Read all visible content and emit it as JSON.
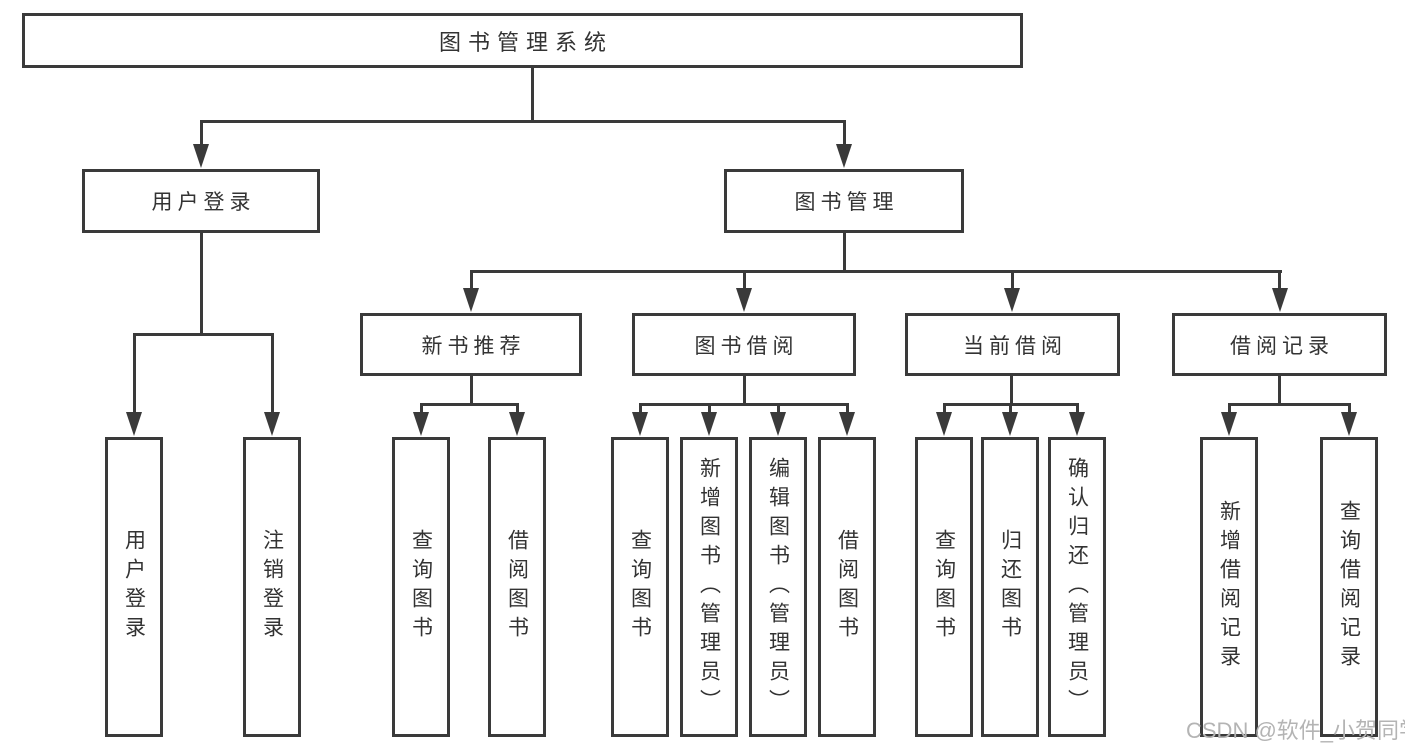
{
  "diagram": {
    "title": "图书管理系统",
    "type": "hierarchy-tree",
    "colors": {
      "line": "#3a3a3a",
      "text": "#333333",
      "box_background": "#ffffff",
      "page_background": "#ffffff",
      "watermark": "#b4b4b4"
    }
  },
  "tree": {
    "label": "图书管理系统",
    "children": [
      {
        "label": "用户登录",
        "children": [
          {
            "label": "用户登录"
          },
          {
            "label": "注销登录"
          }
        ]
      },
      {
        "label": "图书管理",
        "children": [
          {
            "label": "新书推荐",
            "children": [
              {
                "label": "查询图书"
              },
              {
                "label": "借阅图书"
              }
            ]
          },
          {
            "label": "图书借阅",
            "children": [
              {
                "label": "查询图书"
              },
              {
                "label": "新增图书（管理员）"
              },
              {
                "label": "编辑图书（管理员）"
              },
              {
                "label": "借阅图书"
              }
            ]
          },
          {
            "label": "当前借阅",
            "children": [
              {
                "label": "查询图书"
              },
              {
                "label": "归还图书"
              },
              {
                "label": "确认归还（管理员）"
              }
            ]
          },
          {
            "label": "借阅记录",
            "children": [
              {
                "label": "新增借阅记录"
              },
              {
                "label": "查询借阅记录"
              }
            ]
          }
        ]
      }
    ]
  },
  "watermark": {
    "text": "CSDN @软件_小贺同学"
  }
}
